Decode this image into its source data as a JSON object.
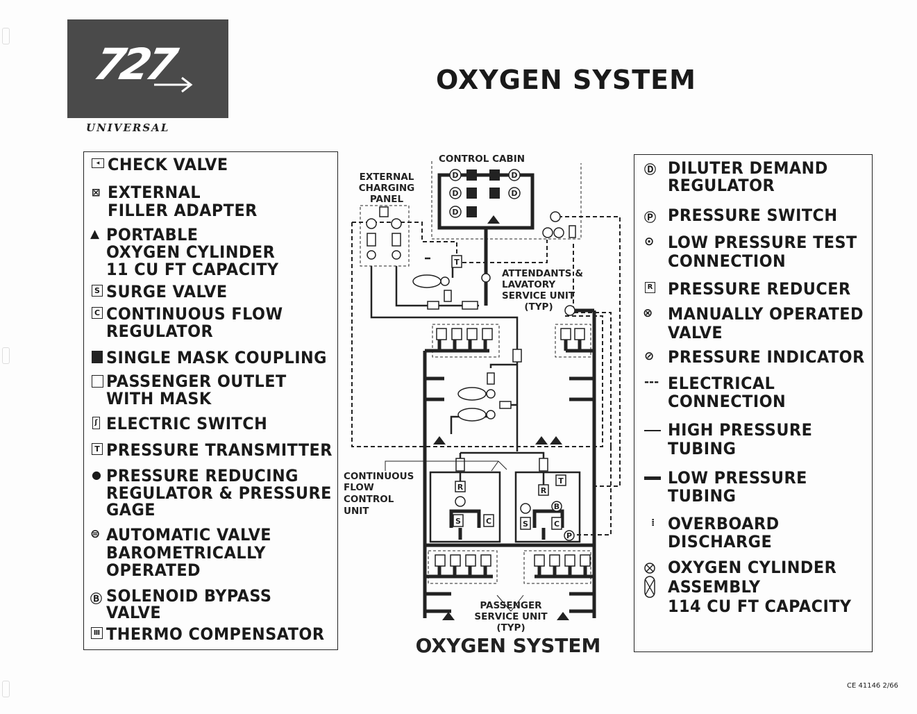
{
  "logo": {
    "number": "727",
    "tagline": "UNIVERSAL"
  },
  "title": "OXYGEN SYSTEM",
  "left_legend": [
    {
      "symbol": "check-valve",
      "lines": [
        "CHECK VALVE"
      ]
    },
    {
      "symbol": "external-filler-adapter",
      "lines": [
        "EXTERNAL",
        "FILLER ADAPTER"
      ]
    },
    {
      "symbol": "portable-oxygen-cylinder",
      "lines": [
        "PORTABLE",
        "OXYGEN CYLINDER",
        "11 CU FT CAPACITY"
      ]
    },
    {
      "symbol": "surge-valve",
      "lines": [
        "SURGE VALVE"
      ]
    },
    {
      "symbol": "continuous-flow-regulator",
      "lines": [
        "CONTINUOUS FLOW",
        "REGULATOR"
      ]
    },
    {
      "symbol": "single-mask-coupling",
      "lines": [
        "SINGLE MASK COUPLING"
      ]
    },
    {
      "symbol": "passenger-outlet",
      "lines": [
        "PASSENGER OUTLET",
        "WITH MASK"
      ]
    },
    {
      "symbol": "electric-switch",
      "lines": [
        "ELECTRIC SWITCH"
      ]
    },
    {
      "symbol": "pressure-transmitter",
      "lines": [
        "PRESSURE TRANSMITTER"
      ]
    },
    {
      "symbol": "pressure-reducing-regulator",
      "lines": [
        "PRESSURE REDUCING",
        "REGULATOR & PRESSURE",
        "GAGE"
      ]
    },
    {
      "symbol": "automatic-valve",
      "lines": [
        "AUTOMATIC VALVE",
        "BAROMETRICALLY",
        "OPERATED"
      ]
    },
    {
      "symbol": "solenoid-bypass-valve",
      "lines": [
        "SOLENOID BYPASS",
        "VALVE"
      ]
    },
    {
      "symbol": "thermo-compensator",
      "lines": [
        "THERMO COMPENSATOR"
      ]
    }
  ],
  "right_legend": [
    {
      "symbol": "D",
      "lines": [
        "DILUTER DEMAND",
        "REGULATOR"
      ]
    },
    {
      "symbol": "P",
      "lines": [
        "PRESSURE SWITCH"
      ]
    },
    {
      "symbol": "low-pressure-test",
      "lines": [
        "LOW PRESSURE TEST",
        "CONNECTION"
      ]
    },
    {
      "symbol": "R",
      "lines": [
        "PRESSURE REDUCER"
      ]
    },
    {
      "symbol": "manual-valve",
      "lines": [
        "MANUALLY OPERATED",
        "VALVE"
      ]
    },
    {
      "symbol": "pressure-indicator",
      "lines": [
        "PRESSURE INDICATOR"
      ]
    },
    {
      "symbol": "dashed-line",
      "lines": [
        "ELECTRICAL",
        "CONNECTION"
      ]
    },
    {
      "symbol": "thin-line",
      "lines": [
        "HIGH PRESSURE",
        "TUBING"
      ]
    },
    {
      "symbol": "thick-line",
      "lines": [
        "LOW PRESSURE",
        "TUBING"
      ]
    },
    {
      "symbol": "overboard",
      "lines": [
        "OVERBOARD",
        "DISCHARGE"
      ]
    },
    {
      "symbol": "cylinder-assembly",
      "lines": [
        "OXYGEN CYLINDER",
        "ASSEMBLY",
        "114 CU FT CAPACITY"
      ]
    }
  ],
  "diagram": {
    "control_cabin": "CONTROL CABIN",
    "external_panel": [
      "EXTERNAL",
      "CHARGING",
      "PANEL"
    ],
    "attendants": [
      "ATTENDANTS &",
      "LAVATORY",
      "SERVICE UNIT",
      "(TYP)"
    ],
    "cfcu": [
      "CONTINUOUS",
      "FLOW",
      "CONTROL",
      "UNIT"
    ],
    "psu": [
      "PASSENGER",
      "SERVICE UNIT",
      "(TYP)"
    ],
    "bottom_title": "OXYGEN SYSTEM",
    "symbols": {
      "D": "D",
      "T": "T",
      "R": "R",
      "S": "S",
      "C": "C",
      "B": "B",
      "P": "P"
    }
  },
  "footer": "CE 41146 2/66"
}
